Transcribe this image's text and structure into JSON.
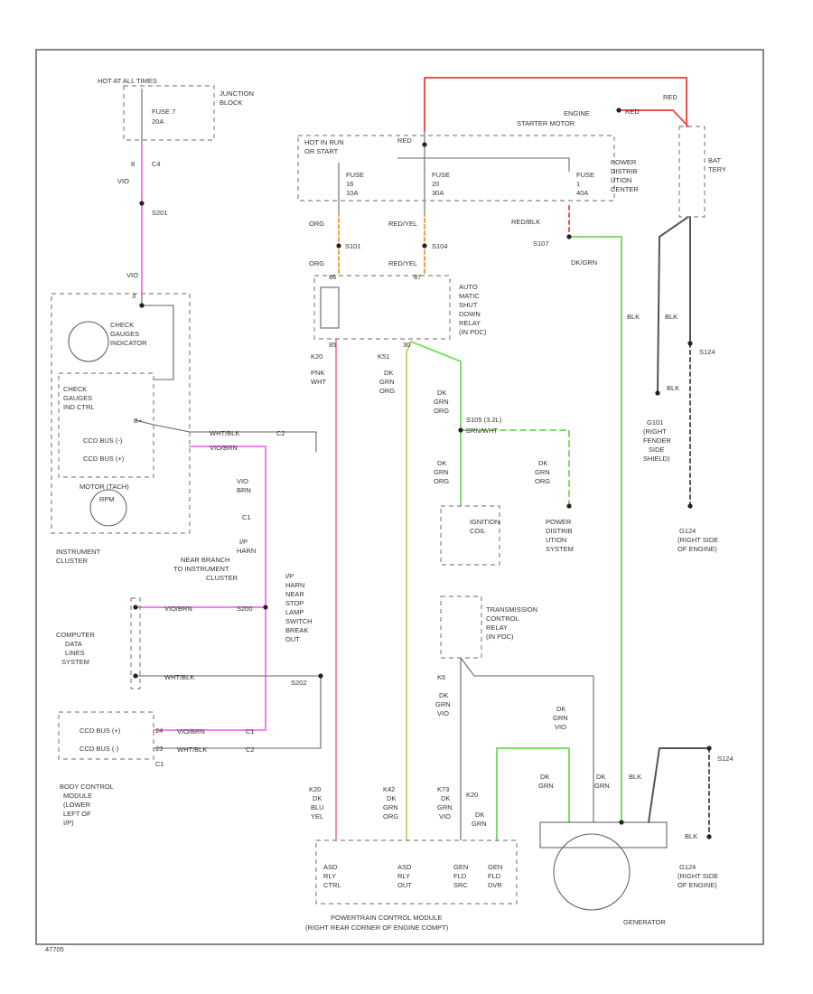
{
  "colors": {
    "red": "#ef5350",
    "pink": "#f06292",
    "magenta": "#ee82ee",
    "orange": "#f5a04a",
    "green": "#7dde6a",
    "olive": "#c6d96a",
    "black": "#666666",
    "gray": "#888888"
  },
  "labels": {
    "hot_at_all_times": "HOT AT ALL TIMES",
    "fuse7": "FUSE 7",
    "fuse7_amp": "20A",
    "junction_block": [
      "JUNCTION",
      "BLOCK"
    ],
    "c4_num": "8",
    "c4": "C4",
    "vio_top": "VIO",
    "s201": "S201",
    "vio_cluster": "VIO",
    "cluster_pin": "3",
    "check_gauges_indicator": [
      "CHECK",
      "GAUGES",
      "INDICATOR"
    ],
    "check_gauges_ind_ctrl": [
      "CHECK",
      "GAUGES",
      "IND CTRL"
    ],
    "pin_b": "B+",
    "ccd_bus_minus": "CCD BUS (-)",
    "ccd_bus_plus": "CCD BUS (+)",
    "motor_tach": "MOTOR (TACH)",
    "rpm": "RPM",
    "instrument_cluster": [
      "INSTRUMENT",
      "CLUSTER"
    ],
    "wht_blk": "WHT/BLK",
    "vio_brn": "VIO/BRN",
    "c2": "C2",
    "vio_brn_b": [
      "VIO",
      "BRN"
    ],
    "c1": "C1",
    "ip_harn_branch": [
      "I/P",
      "HARN",
      "NEAR BRANCH",
      "TO INSTRUMENT",
      "CLUSTER"
    ],
    "ip_harn_stop": [
      "I/P",
      "HARN",
      "NEAR",
      "STOP",
      "LAMP",
      "SWITCH",
      "BREAK",
      "OUT"
    ],
    "s200": "S200",
    "s202": "S202",
    "computer_data_lines": [
      "COMPUTER",
      "DATA",
      "LINES",
      "SYSTEM"
    ],
    "bcm_pin24": "24",
    "bcm_pin23": "23",
    "bcm_c1": "C1",
    "body_control_module": [
      "BODY CONTROL",
      "MODULE",
      "(LOWER",
      "LEFT OF",
      "I/P)"
    ],
    "hot_in_run": [
      "HOT IN RUN",
      "OR START"
    ],
    "red_top": "RED",
    "fuse16": [
      "FUSE",
      "16",
      "10A"
    ],
    "fuse20": [
      "FUSE",
      "20",
      "30A"
    ],
    "fuse1": [
      "FUSE",
      "1",
      "40A"
    ],
    "org_a": "ORG",
    "red_yel_a": "RED/YEL",
    "red_blk": "RED/BLK",
    "s101": "S101",
    "s104": "S104",
    "s107": "S107",
    "org_b": "ORG",
    "red_yel_b": "RED/YEL",
    "pin_86": "86",
    "pin_87": "87",
    "asd_relay": [
      "AUTO",
      "MATIC",
      "SHUT",
      "DOWN",
      "RELAY",
      "(IN PDC)"
    ],
    "pin_85": "85",
    "pin_30": "30",
    "k20": "K20",
    "k51": "K51",
    "pnk_wht": [
      "PNK",
      "WHT"
    ],
    "dk_grn_org_a": [
      "DK",
      "GRN",
      "ORG"
    ],
    "dk_grn_org_b": [
      "DK",
      "GRN",
      "ORG"
    ],
    "dk_grn_org_c": [
      "DK",
      "GRN",
      "ORG"
    ],
    "dk_grn_org_d": [
      "DK",
      "GRN",
      "ORG"
    ],
    "s105_label": "S105 (3.2L)",
    "brn_wht": "BRN/WHT",
    "ignition_coil": [
      "IGNITION",
      "COIL"
    ],
    "pdc_system": [
      "POWER",
      "DISTRIB",
      "UTION",
      "SYSTEM"
    ],
    "engine_starter_motor": [
      "ENGINE",
      "STARTER MOTOR"
    ],
    "red_starter": "RED",
    "red_batt": "RED",
    "battery": [
      "BAT",
      "TERY"
    ],
    "pdc": [
      "POWER",
      "DISTRIB",
      "UTION",
      "CENTER"
    ],
    "dk_grn_a": "DK/GRN",
    "blk_a": "BLK",
    "blk_b": "BLK",
    "s124": "S124",
    "blk_c": "BLK",
    "g101": [
      "G101",
      "(RIGHT",
      "FENDER",
      "SIDE",
      "SHIELD)"
    ],
    "g124_top": [
      "G124",
      "(RIGHT SIDE",
      "OF ENGINE)"
    ],
    "tcr": [
      "TRANSMISSION",
      "CONTROL",
      "RELAY",
      "(IN PDC)"
    ],
    "k6_label": "K6",
    "dk_grn_vio_a": [
      "DK",
      "GRN",
      "VIO"
    ],
    "dk_grn_vio_b": [
      "DK",
      "GRN",
      "VIO"
    ],
    "dk_grn_a2": [
      "DK",
      "GRN"
    ],
    "dk_grn_b2": [
      "DK",
      "GRN"
    ],
    "blk_d": "BLK",
    "s124_b": "S124",
    "blk_e": "BLK",
    "g124_b": [
      "G124",
      "(RIGHT SIDE",
      "OF ENGINE)"
    ],
    "generator": "GENERATOR",
    "k20_b": [
      "K20",
      "DK",
      "BLU",
      "YEL"
    ],
    "k42": [
      "K42",
      "DK",
      "GRN",
      "ORG"
    ],
    "k73": [
      "K73",
      "DK",
      "GRN",
      "VIO"
    ],
    "k20_c": [
      "K20",
      "DK",
      "GRN"
    ],
    "pcm_inner1": [
      "ASD",
      "RLY",
      "CTRL"
    ],
    "pcm_inner2": [
      "ASD",
      "RLY",
      "OUT"
    ],
    "pcm_inner3": [
      "GEN",
      "FLD",
      "SRC"
    ],
    "pcm_inner4": [
      "GEN",
      "FLD",
      "DVR"
    ],
    "pcm": [
      "POWERTRAIN CONTROL MODULE",
      "(RIGHT REAR CORNER OF ENGINE COMPT)"
    ],
    "code": "47705"
  }
}
